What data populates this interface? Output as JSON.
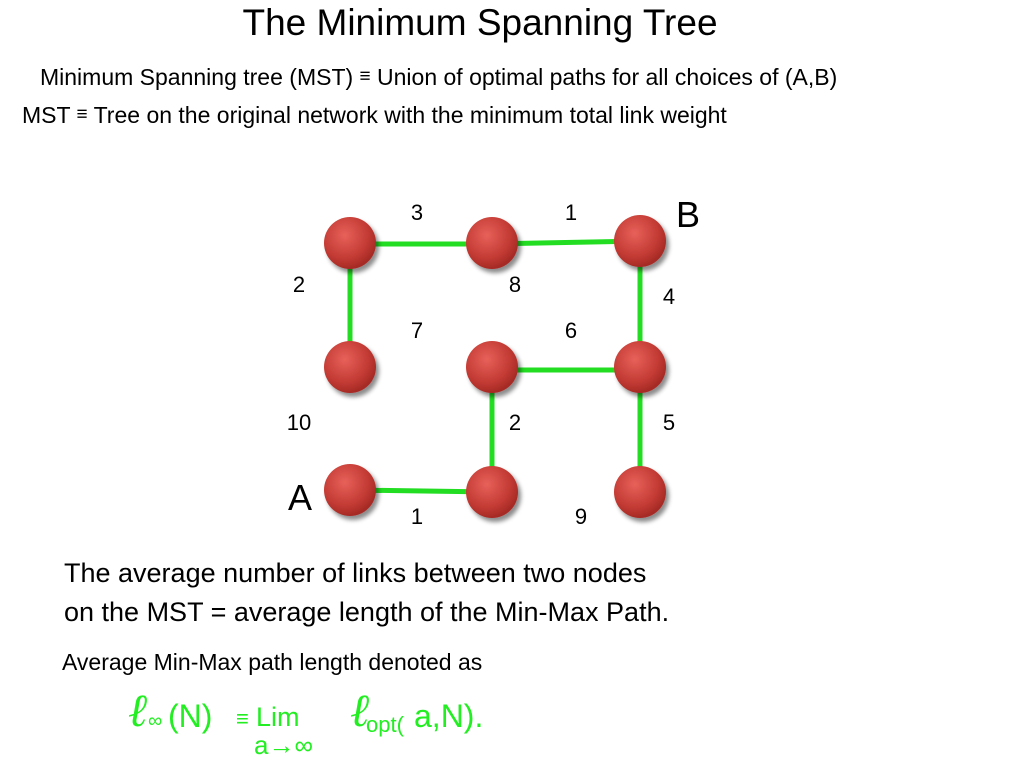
{
  "title": "The Minimum Spanning Tree",
  "definitions": {
    "line1_prefix": "Minimum Spanning tree (MST)",
    "line1_equiv": "≡",
    "line1_suffix": "Union of optimal paths for all choices of (A,B)",
    "line2_prefix": "MST",
    "line2_equiv": "≡",
    "line2_suffix": " Tree on the original network with the minimum total link weight"
  },
  "graph": {
    "node_color": "#c8403a",
    "edge_color": "#22dd22",
    "node_labels": {
      "A": "A",
      "B": "B"
    },
    "weights": {
      "top_left": "3",
      "top_right": "1",
      "left_upper": "2",
      "middle_upper": "8",
      "right_upper": "4",
      "middle_left": "7",
      "middle_right": "6",
      "left_lower": "10",
      "middle_lower": "2",
      "right_lower": "5",
      "bottom_left": "1",
      "bottom_right": "9"
    }
  },
  "paragraph": {
    "line1": "The average number of links between two nodes",
    "line2": "on the MST =  average length of the Min-Max Path.",
    "line3": "Average Min-Max path length denoted as"
  },
  "formula": {
    "color": "#22ee22",
    "ell": "ℓ",
    "inf_sub": "∞",
    "n_part": "(N)",
    "equiv": "≡",
    "lim": "Lim",
    "lim_sub": "a→∞",
    "opt_sub": "opt(",
    "tail": "a,N)."
  }
}
